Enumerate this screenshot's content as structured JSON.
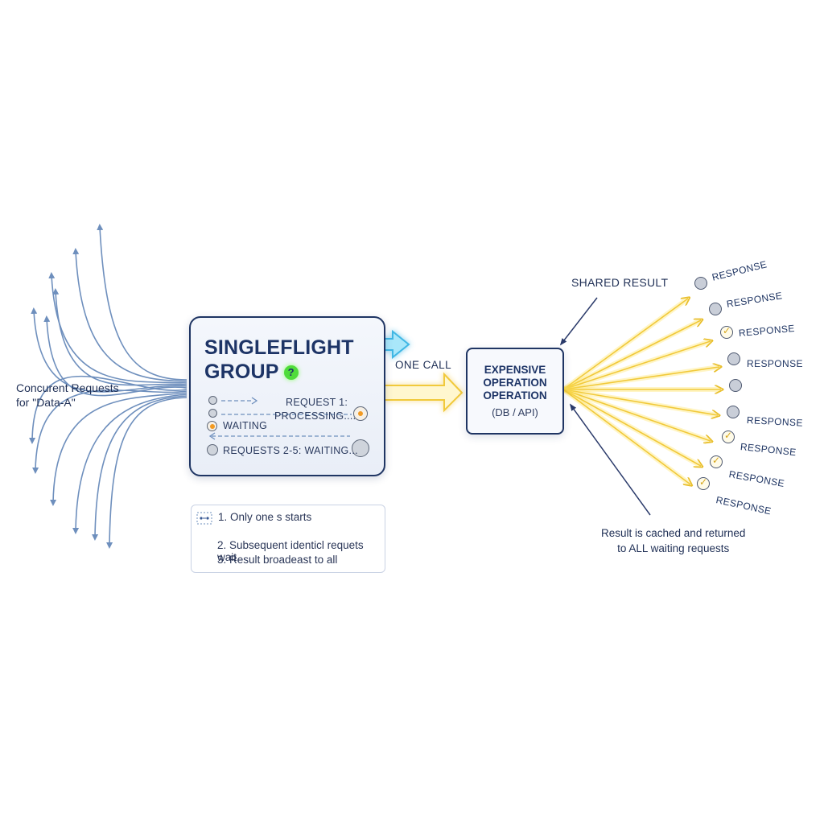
{
  "left_label": {
    "line1": "Concurent Requests",
    "line2": "for \"Data-A\""
  },
  "singleflight": {
    "title_line1": "SINGLEFLIGHT",
    "title_line2": "GROUP",
    "badge": "?",
    "row1_text": "REQUEST 1:",
    "row2_text": "PROCESSING....",
    "row3_text": "WAITING",
    "row4_text": "REQUESTS 2-5: WAITING..."
  },
  "one_call": "ONE CALL",
  "operation": {
    "line1": "EXPENSIVE",
    "line2": "OPERATION",
    "line3": "OPERATION",
    "sub": "(DB / API)"
  },
  "shared_result": "SHARED RESULT",
  "steps": {
    "icon": "steps-icon",
    "step1": "1. Only one s starts",
    "step2": "2. Subsequent identicl requets wait.",
    "step3": "3. Result broadeast to all"
  },
  "caption": {
    "line1": "Result is cached and returned",
    "line2": "to ALL waiting requests"
  },
  "responses": [
    {
      "label": "RESPONSE",
      "icon": "dot"
    },
    {
      "label": "RESPONSE",
      "icon": "dot"
    },
    {
      "label": "RESPONSE",
      "icon": "check"
    },
    {
      "label": "RESPONSE",
      "icon": "dot"
    },
    {
      "label": "",
      "icon": "dot"
    },
    {
      "label": "RESPONSE",
      "icon": "dot"
    },
    {
      "label": "RESPONSE",
      "icon": "check"
    },
    {
      "label": "RESPONSE",
      "icon": "check"
    },
    {
      "label": "RESPONSE",
      "icon": "check"
    }
  ],
  "colors": {
    "request_arrows": "#6e8fbd",
    "box_border": "#1f3563",
    "yellow_glow": "#ffe15a",
    "yellow_stroke": "#f1c93a",
    "cyan_arrow": "#5fd0f0"
  }
}
